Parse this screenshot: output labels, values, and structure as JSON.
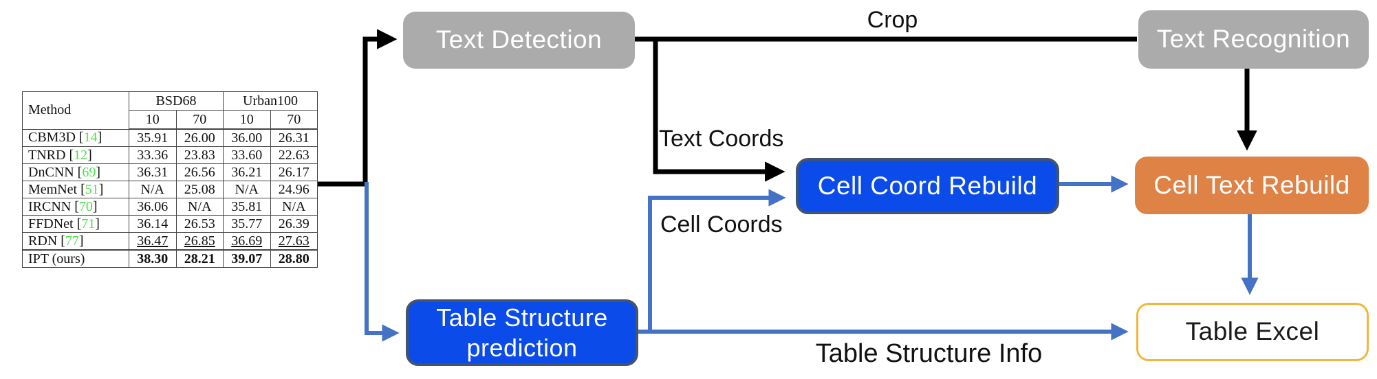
{
  "figure": {
    "nodes": {
      "text_detection": {
        "label": "Text Detection"
      },
      "text_recognition": {
        "label": "Text Recognition"
      },
      "cell_coord_rebuild": {
        "label": "Cell Coord Rebuild"
      },
      "cell_text_rebuild": {
        "label": "Cell Text Rebuild"
      },
      "table_structure_prediction": {
        "label": "Table Structure\nprediction"
      },
      "table_excel": {
        "label": "Table Excel"
      }
    },
    "edge_labels": {
      "crop": "Crop",
      "text_coords": "Text Coords",
      "cell_coords": "Cell Coords",
      "table_structure_info": "Table Structure Info"
    }
  },
  "input_table": {
    "method_header": "Method",
    "col_groups": [
      "BSD68",
      "Urban100"
    ],
    "sub_headers": [
      "10",
      "70",
      "10",
      "70"
    ],
    "rows": [
      {
        "method": "CBM3D",
        "cite": "14",
        "values": [
          "35.91",
          "26.00",
          "36.00",
          "26.31"
        ],
        "style": "normal"
      },
      {
        "method": "TNRD",
        "cite": "12",
        "values": [
          "33.36",
          "23.83",
          "33.60",
          "22.63"
        ],
        "style": "normal"
      },
      {
        "method": "DnCNN",
        "cite": "69",
        "values": [
          "36.31",
          "26.56",
          "36.21",
          "26.17"
        ],
        "style": "normal"
      },
      {
        "method": "MemNet",
        "cite": "51",
        "values": [
          "N/A",
          "25.08",
          "N/A",
          "24.96"
        ],
        "style": "normal"
      },
      {
        "method": "IRCNN",
        "cite": "70",
        "values": [
          "36.06",
          "N/A",
          "35.81",
          "N/A"
        ],
        "style": "normal"
      },
      {
        "method": "FFDNet",
        "cite": "71",
        "values": [
          "36.14",
          "26.53",
          "35.77",
          "26.39"
        ],
        "style": "normal"
      },
      {
        "method": "RDN",
        "cite": "77",
        "values": [
          "36.47",
          "26.85",
          "36.69",
          "27.63"
        ],
        "style": "underline"
      },
      {
        "method": "IPT (ours)",
        "cite": null,
        "values": [
          "38.30",
          "28.21",
          "39.07",
          "28.80"
        ],
        "style": "bold"
      }
    ]
  },
  "colors": {
    "gray_box": "#ABABAB",
    "blue_box": "#0B4BEA",
    "blue_box_border": "#44546A",
    "orange_box": "#DE8245",
    "excel_border": "#F2B53D",
    "blue_arrow": "#4472C4",
    "black_arrow": "#000000",
    "cite_green": "#4CE04C"
  }
}
